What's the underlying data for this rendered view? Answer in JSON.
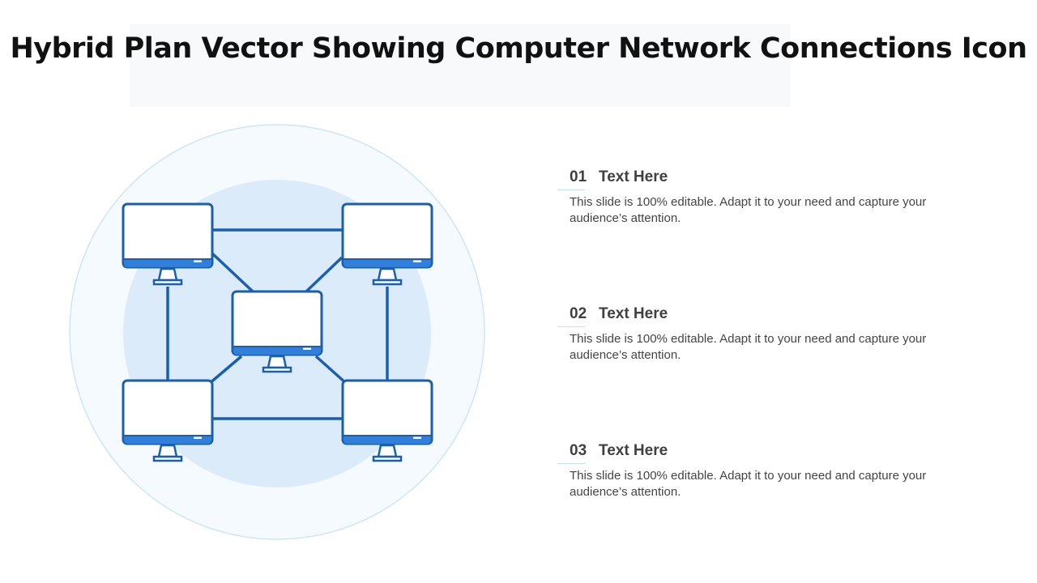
{
  "slide": {
    "title": "Hybrid Plan Vector Showing Computer Network Connections Icon"
  },
  "items": [
    {
      "number": "01",
      "title": "Text Here",
      "description": "This slide is 100% editable. Adapt it to your  need and capture your audience’s attention."
    },
    {
      "number": "02",
      "title": "Text Here",
      "description": "This slide is 100% editable. Adapt it to your  need and capture your audience’s attention."
    },
    {
      "number": "03",
      "title": "Text Here",
      "description": "This slide is 100% editable. Adapt it to your  need and capture your audience’s attention."
    }
  ],
  "diagram": {
    "nodes": [
      "computer",
      "computer",
      "computer",
      "computer",
      "computer"
    ],
    "colors": {
      "stroke": "#1a5fae",
      "accent": "#2f7fdb",
      "inner_circle": "#dcebfa",
      "outer_circle": "#f5fafe",
      "outer_ring": "#cfe6f2"
    }
  }
}
